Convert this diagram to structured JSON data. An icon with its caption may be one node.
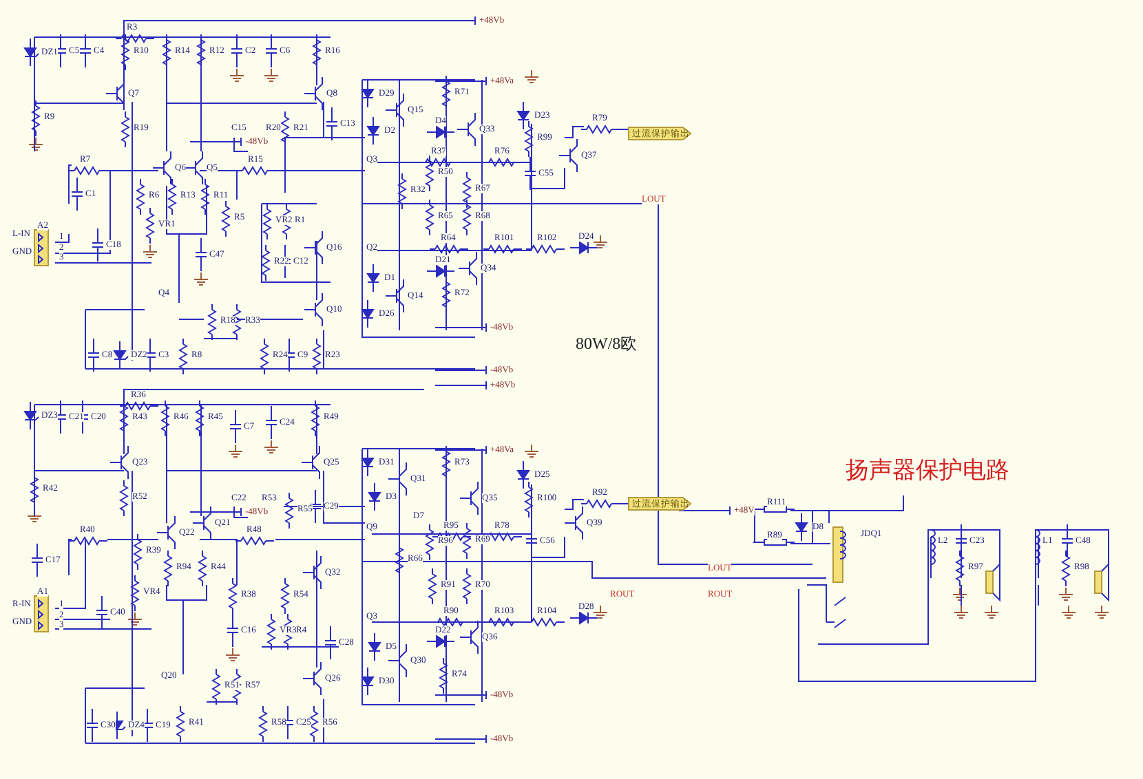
{
  "diagram": {
    "title": "扬声器保护电路",
    "nodes": [
      {
        "text": [
          "过流保护输出"
        ]
      },
      {
        "text": [
          "过流保护输出"
        ]
      }
    ],
    "labels": [
      "R3",
      "DZ1",
      "C5",
      "C4",
      "R10",
      "R14",
      "R12",
      "C2",
      "C6",
      "R16",
      "+48Vb",
      "Q7",
      "Q8",
      "D29",
      "R9",
      "R19",
      "C15",
      "R20",
      "R21",
      "C13",
      "-48Vb",
      "R7",
      "Q6",
      "Q5",
      "R15",
      "C1",
      "R6",
      "R13",
      "R11",
      "A2",
      "L-IN",
      "1",
      "2",
      "3",
      "GND",
      "C18",
      "VR1",
      "R5",
      "VR2",
      "R1",
      "C47",
      "R22",
      "C12",
      "Q16",
      "Q4",
      "Q10",
      "R18",
      "R33",
      "C8",
      "DZ2",
      "C3",
      "R8",
      "R24",
      "C9",
      "R23",
      "+48Va",
      "R71",
      "Q15",
      "D2",
      "D4",
      "Q33",
      "D23",
      "R99",
      "R79",
      "Q3",
      "R37",
      "R76",
      "C55",
      "Q37",
      "R50",
      "R32",
      "R67",
      "LOUT",
      "R65",
      "R68",
      "R64",
      "R101",
      "R102",
      "D24",
      "Q2",
      "D21",
      "Q34",
      "D1",
      "Q14",
      "R72",
      "D26",
      "-48Vb",
      "80W/8欧",
      "-48Vb",
      "+48Vb",
      "R36",
      "DZ3",
      "C21",
      "C20",
      "R43",
      "R46",
      "R45",
      "C7",
      "C24",
      "R49",
      "Q23",
      "Q25",
      "D31",
      "R42",
      "R52",
      "C22",
      "R53",
      "R55",
      "C29",
      "-48Vb",
      "R40",
      "Q22",
      "Q21",
      "R48",
      "C17",
      "R39",
      "R94",
      "R44",
      "A1",
      "R-IN",
      "1",
      "2",
      "3",
      "GND",
      "R38",
      "Q32",
      "R54",
      "C40",
      "VR4",
      "C16",
      "VR3",
      "R4",
      "C28",
      "Q20",
      "R51",
      "R57",
      "Q26",
      "D30",
      "C30",
      "DZ4",
      "C19",
      "R41",
      "R58",
      "C25",
      "R56",
      "+48Va",
      "R73",
      "Q31",
      "D3",
      "Q35",
      "D25",
      "R100",
      "R92",
      "D7",
      "Q9",
      "R95",
      "R78",
      "Q39",
      "R96",
      "R69",
      "C56",
      "R66",
      "R91",
      "R70",
      "ROUT",
      "LOUT",
      "ROUT",
      "Q3",
      "R90",
      "R103",
      "R104",
      "D28",
      "D22",
      "Q36",
      "D5",
      "Q30",
      "R74",
      "-48Vb",
      "-48Vb",
      "+48V",
      "R111",
      "R89",
      "D8",
      "JDQ1",
      "L2",
      "C23",
      "R97",
      "L1",
      "C48",
      "R98"
    ]
  }
}
